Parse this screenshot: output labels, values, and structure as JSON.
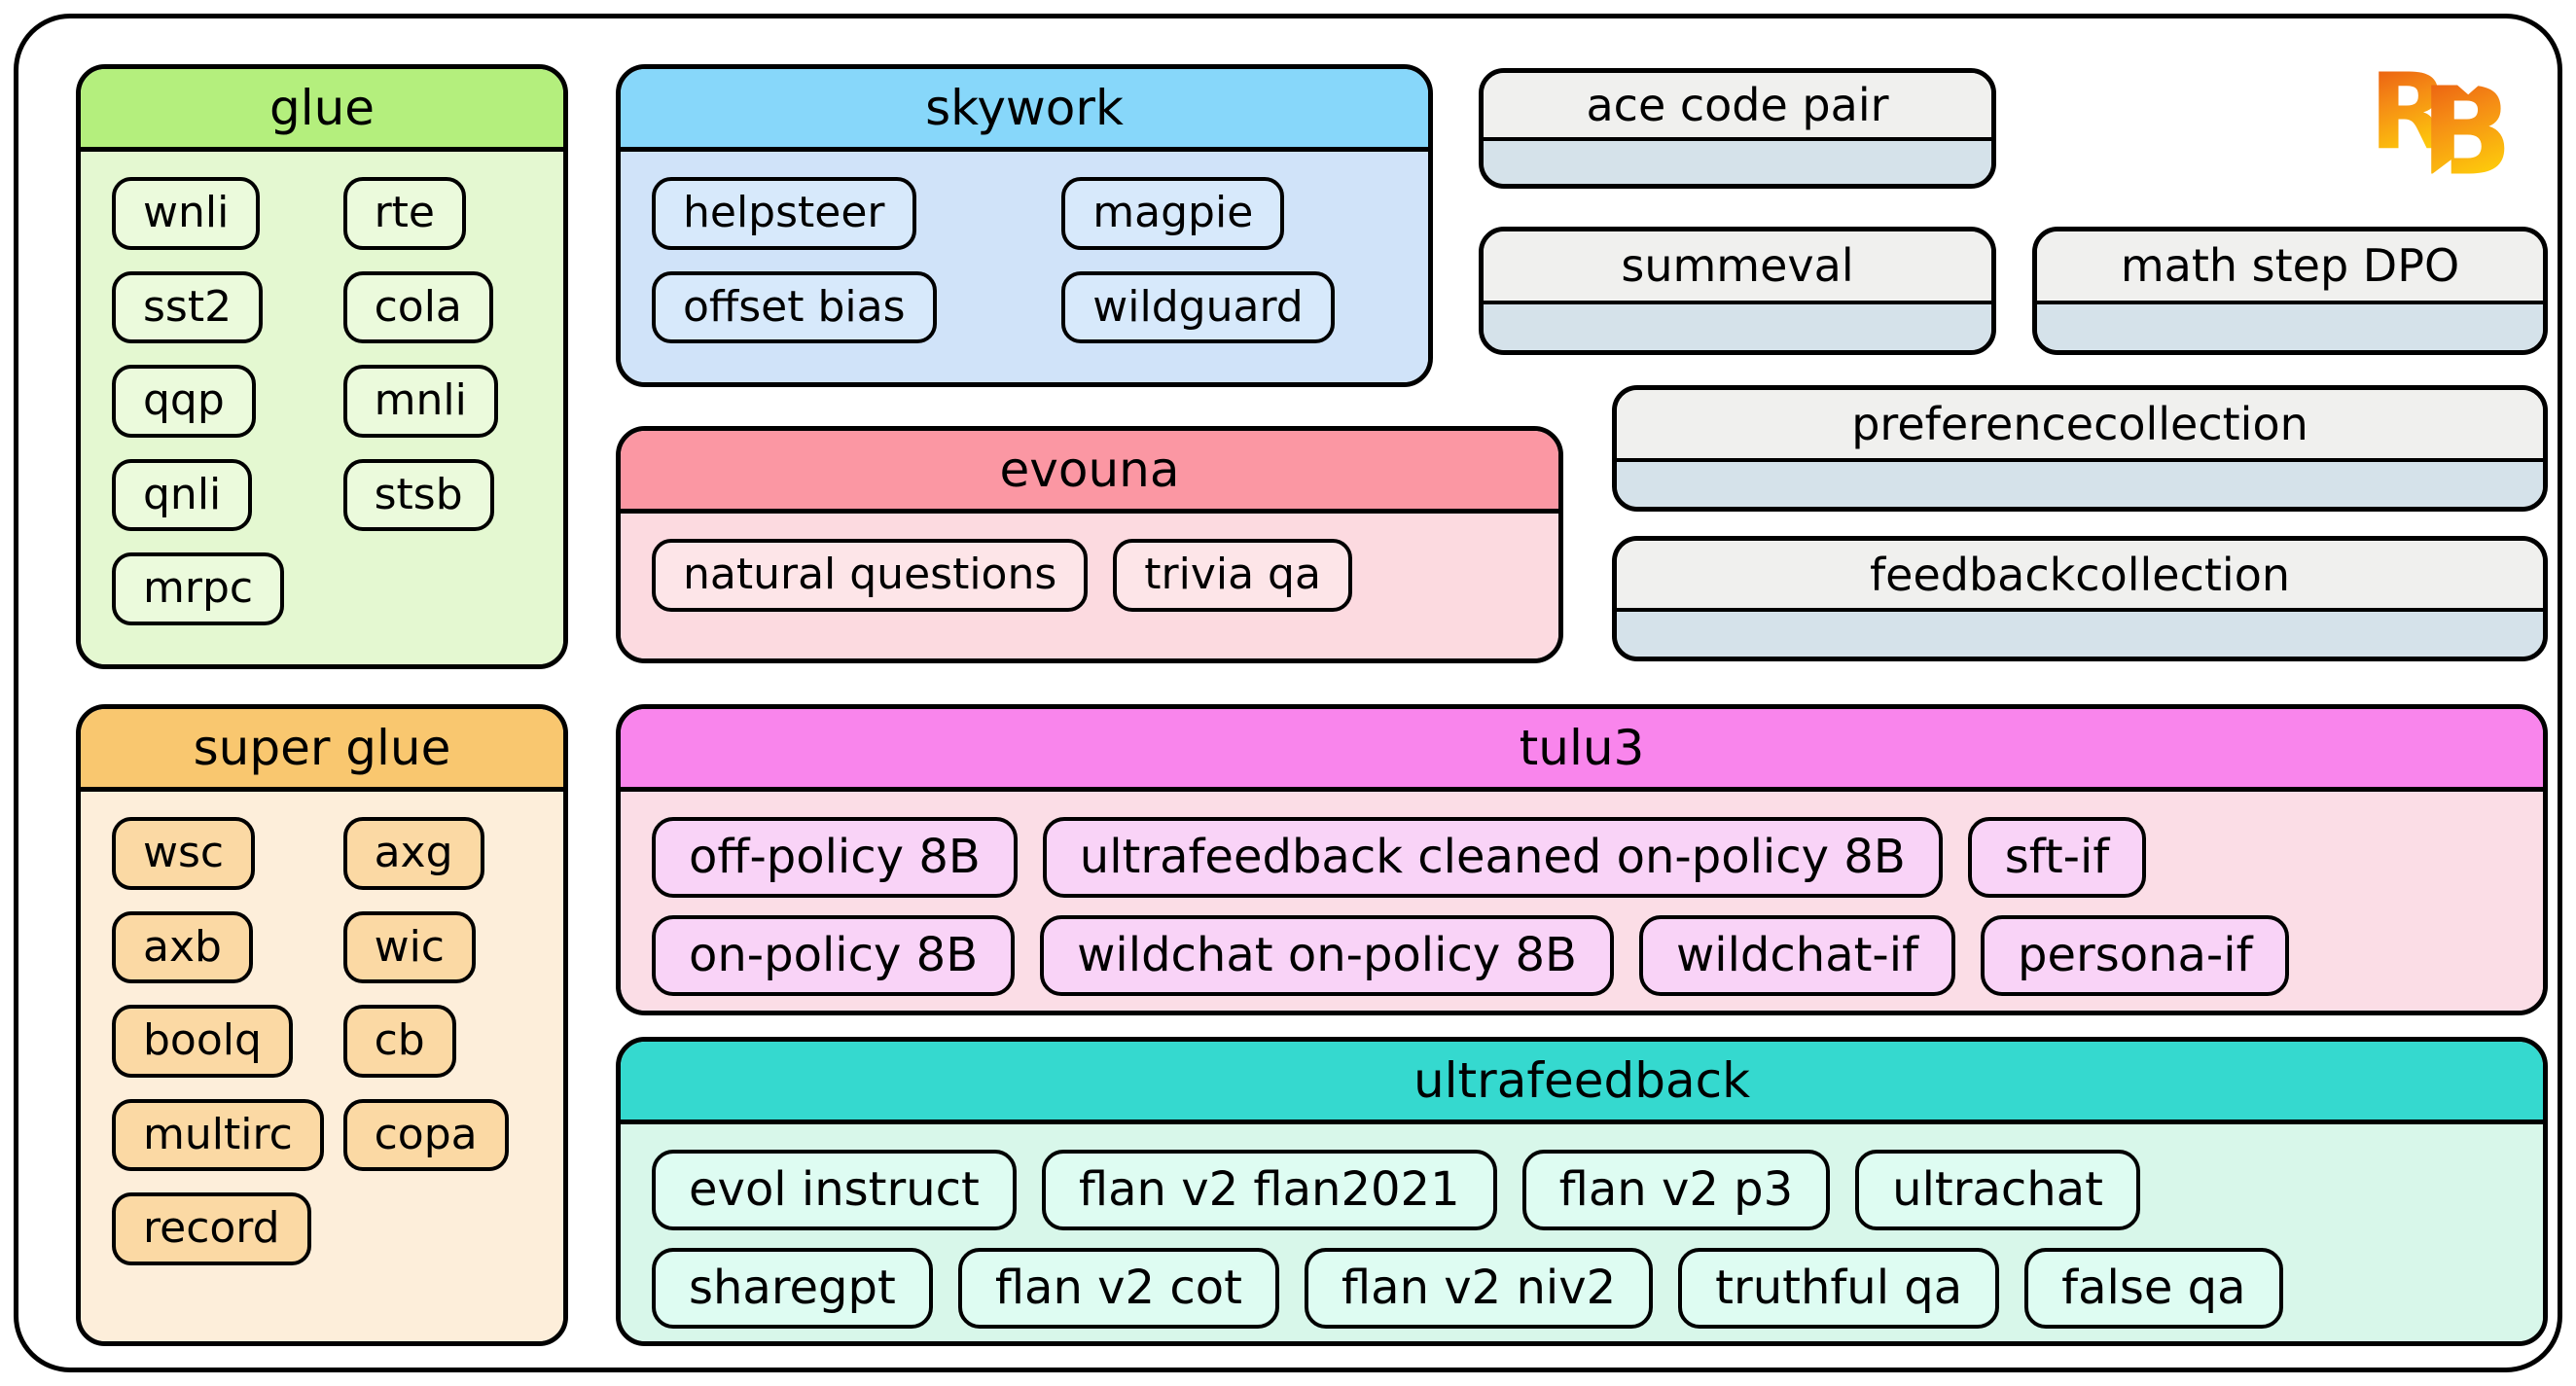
{
  "logo": {
    "monogram": "RB"
  },
  "colors": {
    "outline": "#000000",
    "glue_header": "#b4ef7d",
    "glue_body": "#e4f8d1",
    "glue_chip": "#ebfadc",
    "super_glue_header": "#f9c76f",
    "super_glue_body": "#fdeeda",
    "super_glue_chip": "#fbd9a4",
    "skywork_header": "#87d7fa",
    "skywork_body": "#d0e3f9",
    "skywork_chip": "#d7e9fb",
    "evouna_header": "#fb97a3",
    "evouna_body": "#fcdae0",
    "evouna_chip": "#fde5e8",
    "tulu3_header": "#f985ec",
    "tulu3_body": "#fbdde6",
    "tulu3_chip": "#f9d3f7",
    "ultrafeedback_header": "#35d9cf",
    "ultrafeedback_body": "#d8f7ea",
    "ultrafeedback_chip": "#defcf2",
    "card_header": "#f0f0ee",
    "card_body": "#d5e2ea",
    "logo_gradient_top": "#e64a10",
    "logo_gradient_mid": "#f58b15",
    "logo_gradient_bottom": "#ffd60a"
  },
  "panels": {
    "glue": {
      "title": "glue",
      "columns": [
        [
          "wnli",
          "sst2",
          "qqp",
          "qnli",
          "mrpc"
        ],
        [
          "rte",
          "cola",
          "mnli",
          "stsb"
        ]
      ]
    },
    "super_glue": {
      "title": "super glue",
      "columns": [
        [
          "wsc",
          "axb",
          "boolq",
          "multirc",
          "record"
        ],
        [
          "axg",
          "wic",
          "cb",
          "copa"
        ]
      ]
    },
    "skywork": {
      "title": "skywork",
      "columns": [
        [
          "helpsteer",
          "offset bias"
        ],
        [
          "magpie",
          "wildguard"
        ]
      ]
    },
    "evouna": {
      "title": "evouna",
      "rows": [
        [
          "natural questions",
          "trivia qa"
        ]
      ]
    },
    "tulu3": {
      "title": "tulu3",
      "rows": [
        [
          "off-policy 8B",
          "ultrafeedback cleaned on-policy 8B",
          "sft-if"
        ],
        [
          "on-policy 8B",
          "wildchat on-policy 8B",
          "wildchat-if",
          "persona-if"
        ]
      ]
    },
    "ultrafeedback": {
      "title": "ultrafeedback",
      "rows": [
        [
          "evol instruct",
          "flan v2 flan2021",
          "flan v2 p3",
          "ultrachat"
        ],
        [
          "sharegpt",
          "flan v2 cot",
          "flan v2 niv2",
          "truthful qa",
          "false qa"
        ]
      ]
    }
  },
  "cards": [
    {
      "title": "ace code pair"
    },
    {
      "title": "summeval"
    },
    {
      "title": "math step DPO"
    },
    {
      "title": "preferencecollection"
    },
    {
      "title": "feedbackcollection"
    }
  ]
}
